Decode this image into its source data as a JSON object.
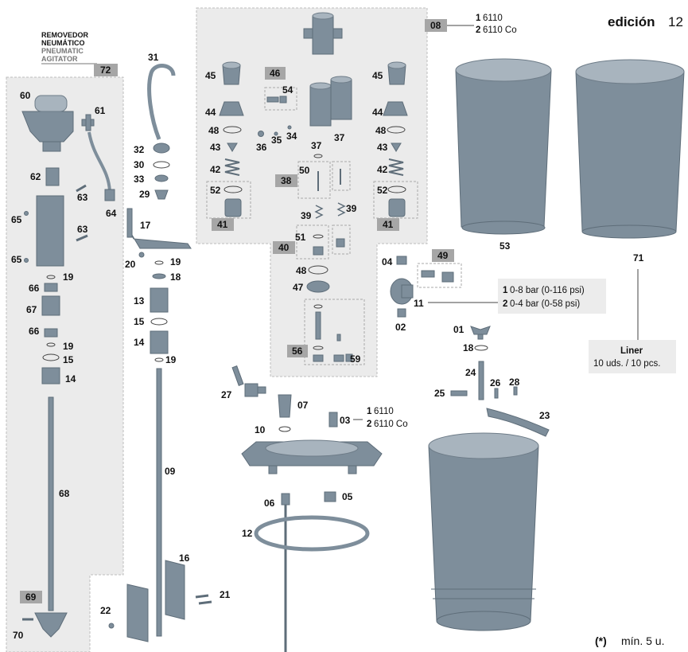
{
  "edition": {
    "label": "edición",
    "number": "12"
  },
  "agitator_header": {
    "line1": "REMOVEDOR",
    "line2": "NEUMÁTICO",
    "line3": "PNEUMATIC",
    "line4": "AGITATOR"
  },
  "footnote": {
    "mark": "(*)",
    "text": "mín. 5 u."
  },
  "tags": {
    "t72": "72",
    "t08": "08",
    "t46": "46",
    "t38": "38",
    "t41a": "41",
    "t41b": "41",
    "t40": "40",
    "t49": "49",
    "t56": "56",
    "t69": "69"
  },
  "callouts": {
    "c08_1": {
      "n": "1",
      "t": "6110"
    },
    "c08_2": {
      "n": "2",
      "t": "6110 Co"
    },
    "c03_1": {
      "n": "1",
      "t": "6110"
    },
    "c03_2": {
      "n": "2",
      "t": "6110 Co"
    },
    "c11_1": {
      "n": "1",
      "t": "0-8 bar (0-116 psi)"
    },
    "c11_2": {
      "n": "2",
      "t": "0-4 bar (0-58 psi)"
    }
  },
  "liner": {
    "title": "Liner",
    "sub": "10 uds. / 10 pcs."
  },
  "labels": {
    "n60": "60",
    "n61": "61",
    "n62": "62",
    "n63a": "63",
    "n63b": "63",
    "n64": "64",
    "n65a": "65",
    "n65b": "65",
    "n66a": "66",
    "n66b": "66",
    "n67": "67",
    "n19a": "19",
    "n19b": "19",
    "n15a": "15",
    "n14a": "14",
    "n68": "68",
    "n70": "70",
    "n31": "31",
    "n32": "32",
    "n30": "30",
    "n33": "33",
    "n29": "29",
    "n17": "17",
    "n20": "20",
    "n19c": "19",
    "n18a": "18",
    "n13": "13",
    "n15b": "15",
    "n14b": "14",
    "n19d": "19",
    "n09": "09",
    "n16": "16",
    "n21": "21",
    "n22": "22",
    "n45a": "45",
    "n44a": "44",
    "n48a": "48",
    "n43a": "43",
    "n42a": "42",
    "n52a": "52",
    "n54": "54",
    "n36": "36",
    "n35": "35",
    "n34": "34",
    "n37a": "37",
    "n37b": "37",
    "n50": "50",
    "n39a": "39",
    "n39b": "39",
    "n51": "51",
    "n48b": "48",
    "n47": "47",
    "n59": "59",
    "n45b": "45",
    "n44b": "44",
    "n48c": "48",
    "n43b": "43",
    "n42b": "42",
    "n52b": "52",
    "n53": "53",
    "n71": "71",
    "n04": "04",
    "n11": "11",
    "n02": "02",
    "n01": "01",
    "n18b": "18",
    "n24": "24",
    "n26": "26",
    "n28": "28",
    "n25": "25",
    "n23": "23",
    "n27": "27",
    "n07": "07",
    "n03": "03",
    "n10": "10",
    "n06": "06",
    "n05": "05",
    "n12": "12"
  },
  "colors": {
    "part": "#7e8e9b",
    "panel": "#ebebeb",
    "tag_bg": "#a6a6a6",
    "liner_bg": "#ececec"
  }
}
